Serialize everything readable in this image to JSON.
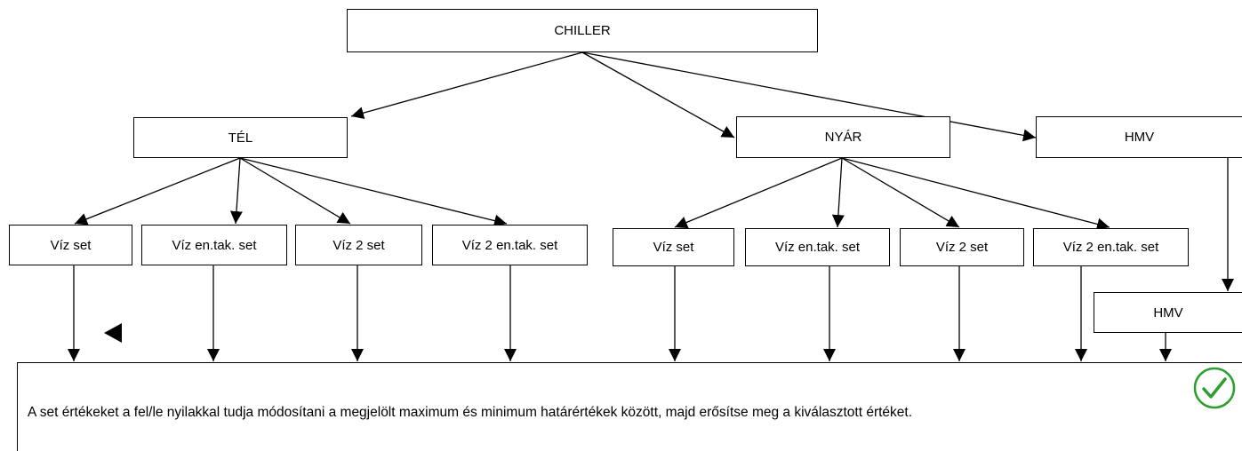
{
  "nodes": {
    "chiller": "CHILLER",
    "tel": "TÉL",
    "nyar": "NYÁR",
    "hmv": "HMV",
    "winter": [
      "Víz set",
      "Víz en.tak. set",
      "Víz 2 set",
      "Víz 2 en.tak. set"
    ],
    "summer": [
      "Víz set",
      "Víz en.tak. set",
      "Víz 2 set",
      "Víz 2 en.tak. set"
    ],
    "hmv_child": "HMV"
  },
  "note": {
    "text": "A set értékeket a fel/le nyilakkal tudja módosítani a megjelölt maximum és minimum határértékek között, majd erősítse meg a kiválasztott értéket.",
    "icon": "check-circle-icon",
    "icon_color": "#2e9e2e"
  },
  "colors": {
    "line": "#000000",
    "background": "#ffffff"
  }
}
